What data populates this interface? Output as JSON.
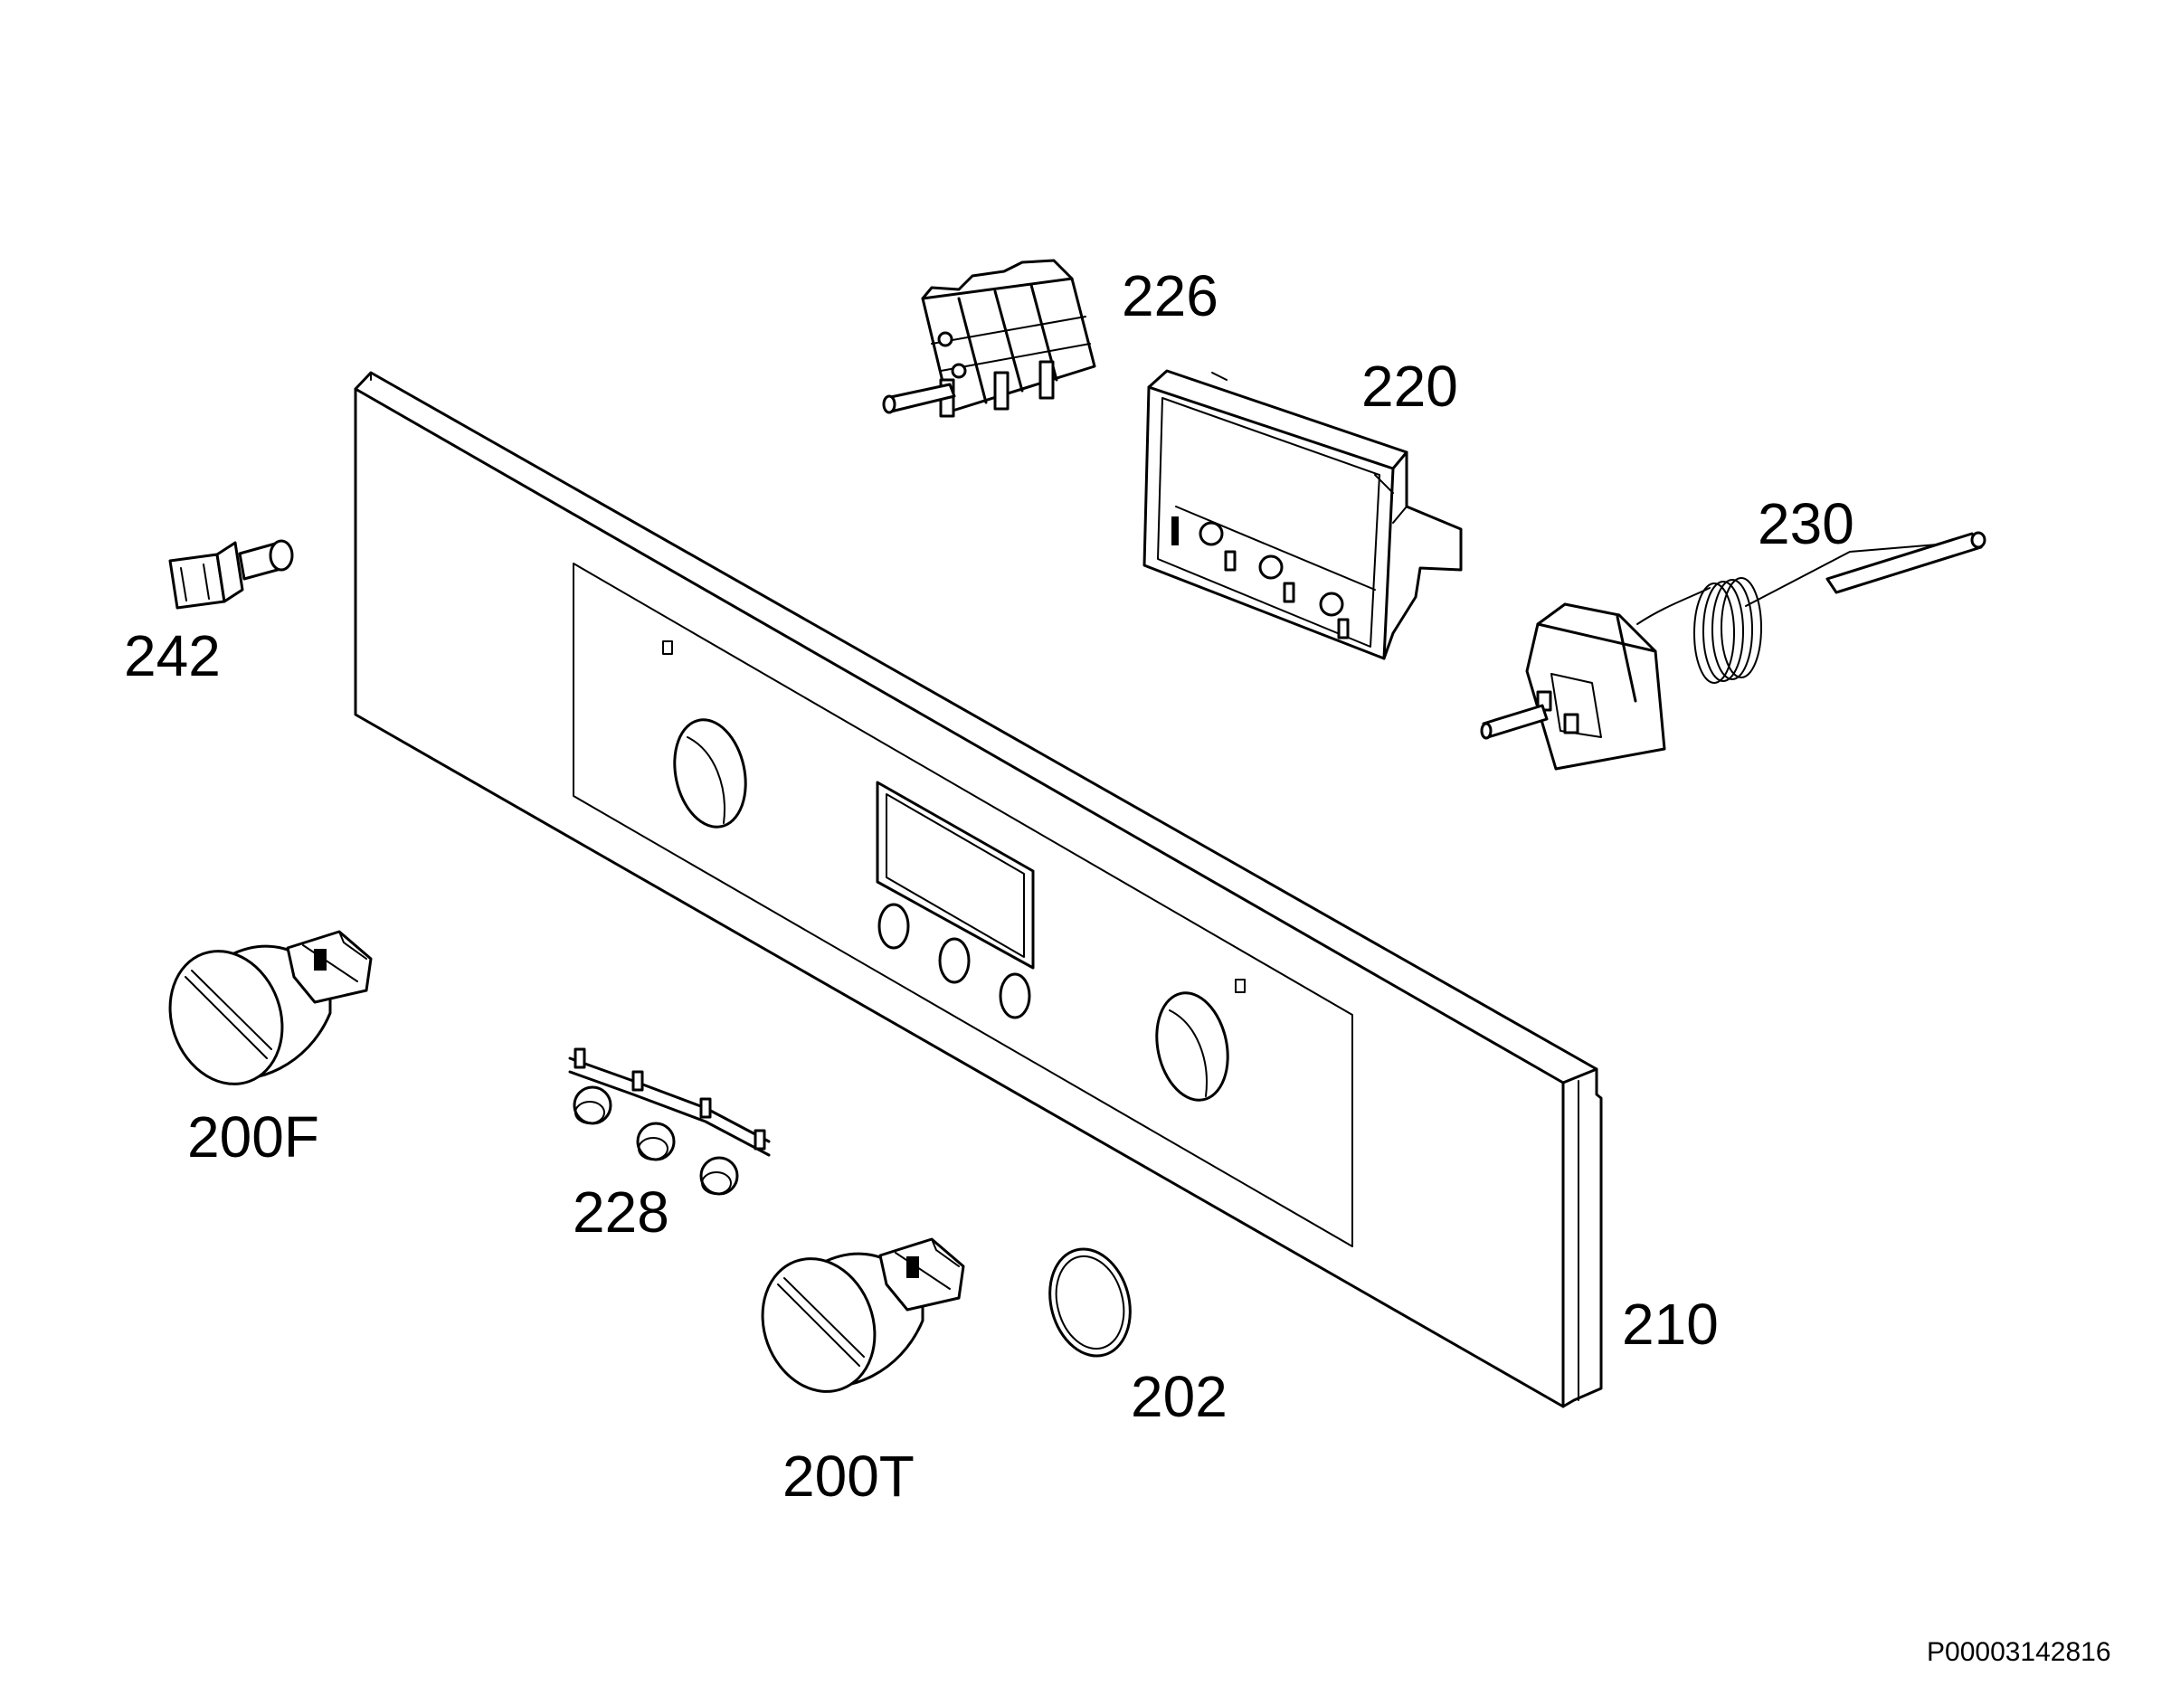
{
  "diagram": {
    "labels": {
      "p226": "226",
      "p220": "220",
      "p230": "230",
      "p242": "242",
      "p200F": "200F",
      "p228": "228",
      "p210": "210",
      "p202": "202",
      "p200T": "200T"
    },
    "reference_code": "P00003142816"
  }
}
